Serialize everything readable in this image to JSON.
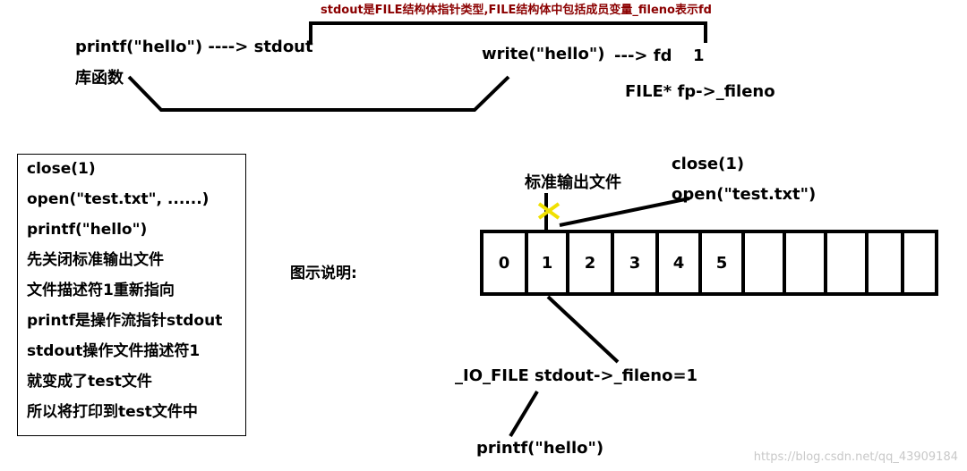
{
  "header": {
    "note": "stdout是FILE结构体指针类型,FILE结构体中包括成员变量_fileno表示fd"
  },
  "top": {
    "printf_line": "printf(\"hello\") ---->  stdout",
    "lib_func": "库函数",
    "write_line": "write(\"hello\")",
    "fd_arrow": "---> fd",
    "fd_value": "1",
    "file_fp": "FILE* fp->_fileno"
  },
  "box": {
    "lines": [
      "close(1)",
      "open(\"test.txt\", ......)",
      "printf(\"hello\")",
      "先关闭标准输出文件",
      "文件描述符1重新指向",
      "printf是操作流指针stdout",
      "stdout操作文件描述符1",
      "就变成了test文件",
      "所以将打印到test文件中"
    ]
  },
  "diagram": {
    "legend_label": "图示说明:",
    "stdout_label": "标准输出文件",
    "close_label": "close(1)",
    "open_label": "open(\"test.txt\")",
    "cells": [
      "0",
      "1",
      "2",
      "3",
      "4",
      "5",
      "",
      "",
      "",
      "",
      ""
    ],
    "io_file": "_IO_FILE stdout->_fileno=1",
    "printf_bottom": "printf(\"hello\")",
    "cross_mark": "x"
  },
  "watermark": "https://blog.csdn.net/qq_43909184",
  "colors": {
    "cross": "#f0e000",
    "note": "#8b0000",
    "watermark": "#c8c8c8"
  }
}
